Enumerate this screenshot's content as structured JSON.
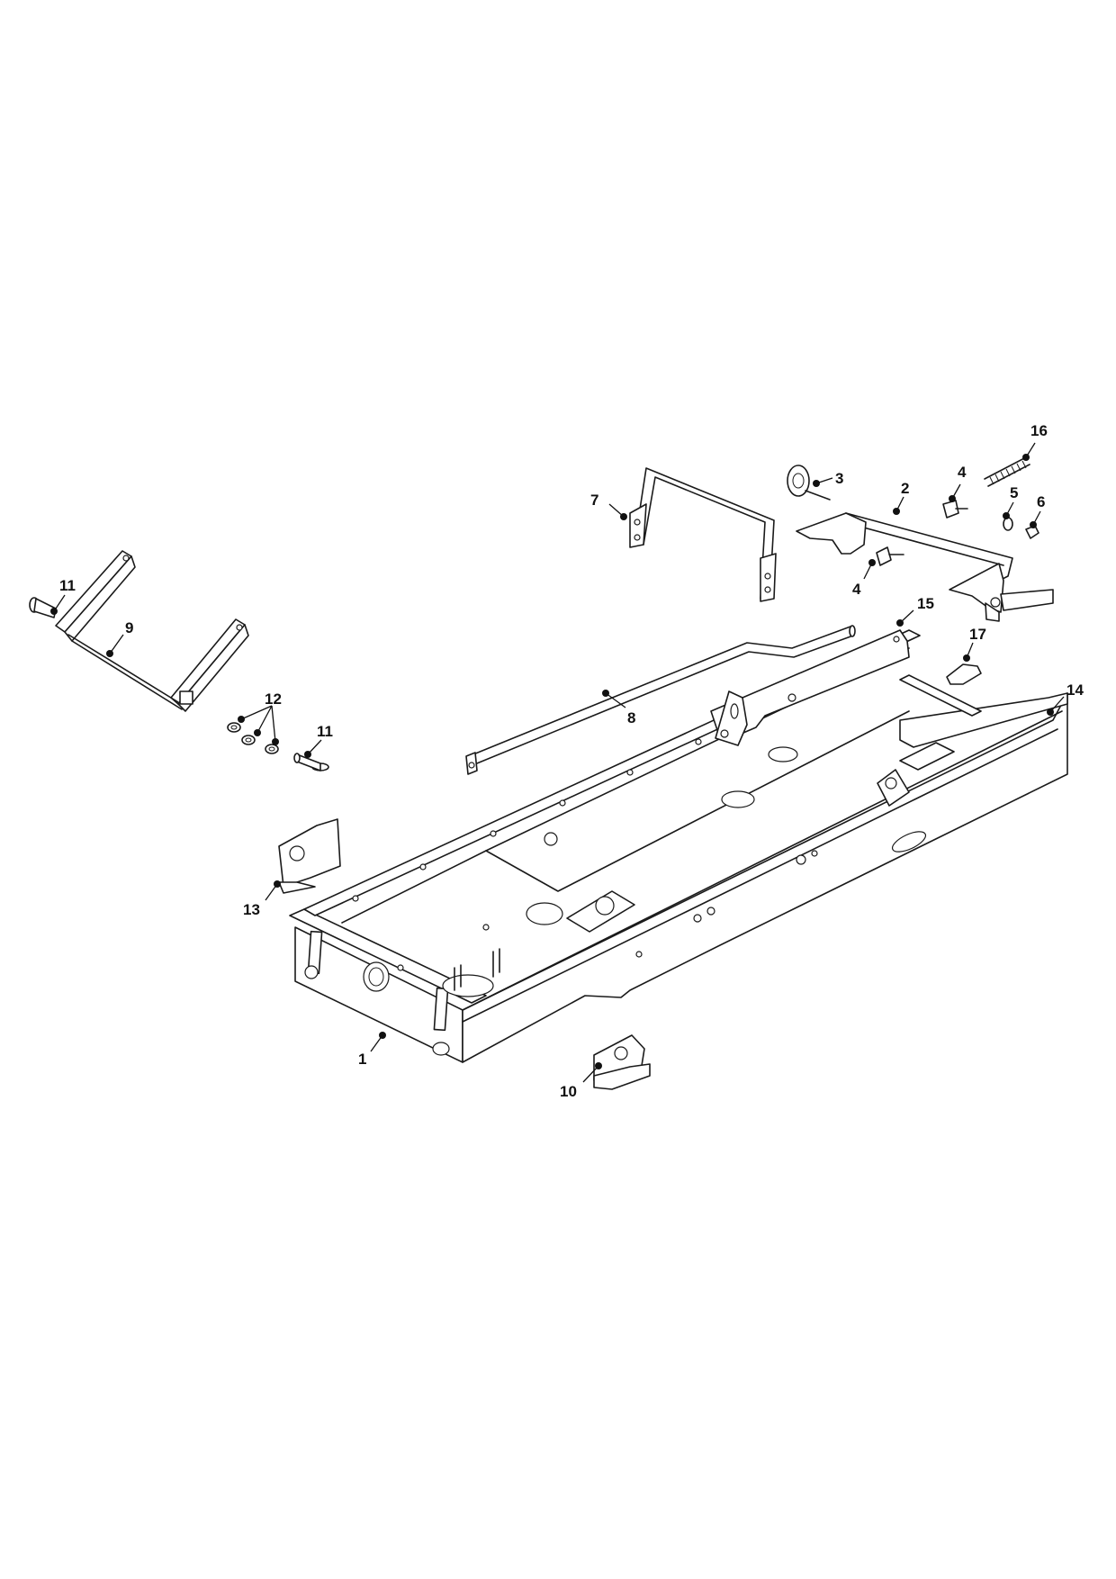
{
  "callouts": [
    {
      "id": "c1",
      "label": "1"
    },
    {
      "id": "c2",
      "label": "2"
    },
    {
      "id": "c3",
      "label": "3"
    },
    {
      "id": "c4a",
      "label": "4"
    },
    {
      "id": "c4b",
      "label": "4"
    },
    {
      "id": "c5",
      "label": "5"
    },
    {
      "id": "c6",
      "label": "6"
    },
    {
      "id": "c7",
      "label": "7"
    },
    {
      "id": "c8",
      "label": "8"
    },
    {
      "id": "c9",
      "label": "9"
    },
    {
      "id": "c10",
      "label": "10"
    },
    {
      "id": "c11a",
      "label": "11"
    },
    {
      "id": "c11b",
      "label": "11"
    },
    {
      "id": "c12",
      "label": "12"
    },
    {
      "id": "c13",
      "label": "13"
    },
    {
      "id": "c14",
      "label": "14"
    },
    {
      "id": "c15",
      "label": "15"
    },
    {
      "id": "c16",
      "label": "16"
    },
    {
      "id": "c17",
      "label": "17"
    }
  ]
}
